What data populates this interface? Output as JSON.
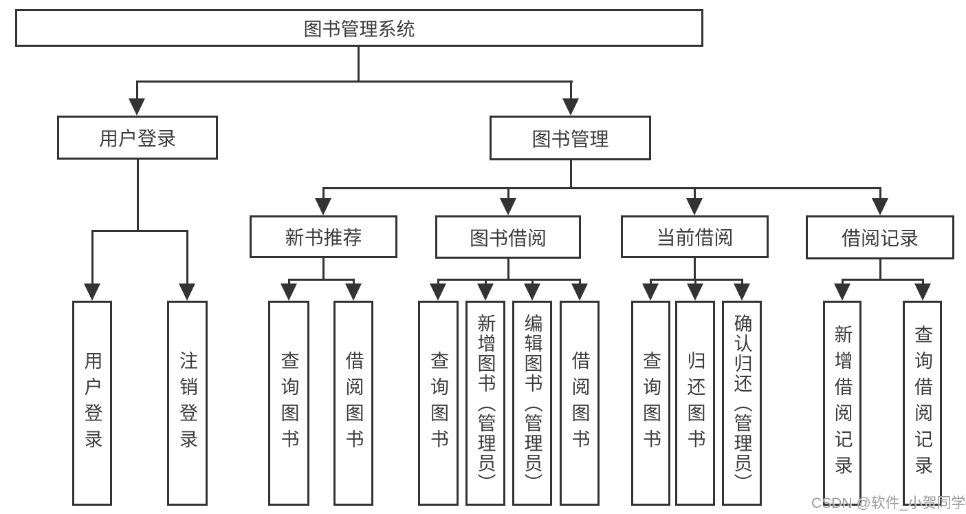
{
  "tree": {
    "label": "图书管理系统",
    "children": [
      {
        "label": "用户登录",
        "children": [
          {
            "label": "用户登录"
          },
          {
            "label": "注销登录"
          }
        ]
      },
      {
        "label": "图书管理",
        "children": [
          {
            "label": "新书推荐",
            "children": [
              {
                "label": "查询图书"
              },
              {
                "label": "借阅图书"
              }
            ]
          },
          {
            "label": "图书借阅",
            "children": [
              {
                "label": "查询图书"
              },
              {
                "label": "新增图书（管理员）"
              },
              {
                "label": "编辑图书（管理员）"
              },
              {
                "label": "借阅图书"
              }
            ]
          },
          {
            "label": "当前借阅",
            "children": [
              {
                "label": "查询图书"
              },
              {
                "label": "归还图书"
              },
              {
                "label": "确认归还（管理员）"
              }
            ]
          },
          {
            "label": "借阅记录",
            "children": [
              {
                "label": "新增借阅记录"
              },
              {
                "label": "查询借阅记录"
              }
            ]
          }
        ]
      }
    ]
  },
  "watermark": {
    "text": "CSDN @软件_小贺同学"
  },
  "colors": {
    "line": "#333333",
    "border": "#333333",
    "text": "#3c3c3c",
    "background": "#ffffff",
    "watermark": "#9b9b9b"
  }
}
